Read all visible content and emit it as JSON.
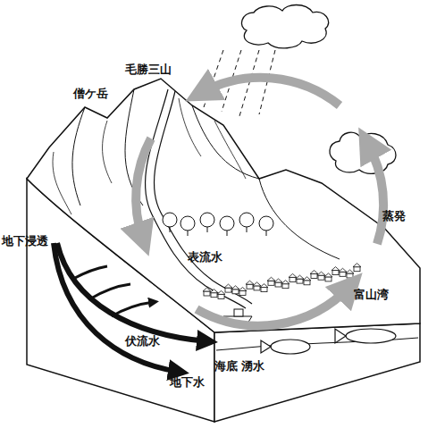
{
  "diagram": {
    "labels": [
      "毛勝三山",
      "僧ケ岳",
      "地下浸透",
      "表流水",
      "蒸発",
      "富山湾",
      "伏流水",
      "海底",
      "湧水",
      "地下水"
    ]
  }
}
